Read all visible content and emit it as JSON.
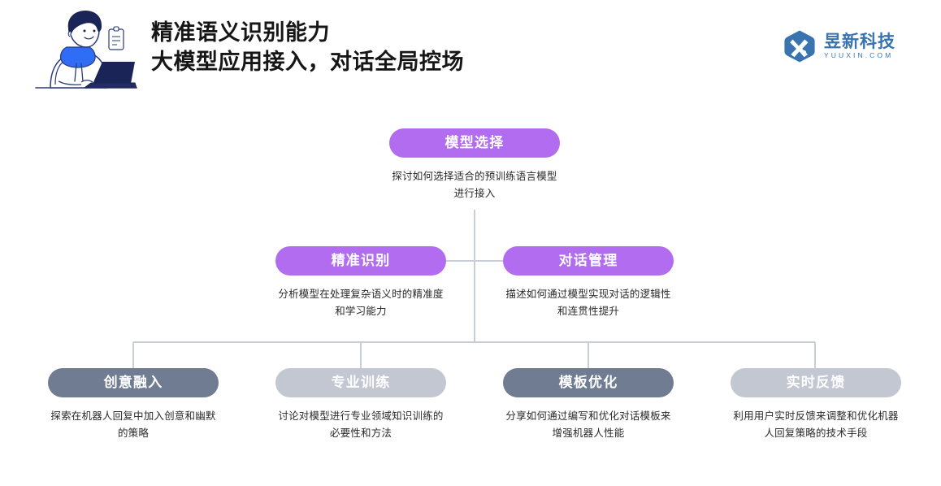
{
  "header": {
    "title_line1": "精准语义识别能力",
    "title_line2": "大模型应用接入，对话全局控场",
    "illustration_name": "person-working-on-laptop-illustration",
    "brand": {
      "name": "昱新科技",
      "domain": "YUUXIN.COM",
      "mark": "hexagon-x-logo",
      "color": "#3973b0"
    }
  },
  "diagram": {
    "type": "hierarchy-tree",
    "colors": {
      "purple": "#b16cf0",
      "slate": "#6f7c92",
      "gray": "#c3c7d1",
      "connector": "#c9cdd4"
    },
    "nodes": [
      {
        "id": "model-selection",
        "level": 1,
        "title": "模型选择",
        "desc": "探讨如何选择适合的预训练语言模型进行接入",
        "color": "#b16cf0"
      },
      {
        "id": "precise-recognition",
        "level": 2,
        "title": "精准识别",
        "desc": "分析模型在处理复杂语义时的精准度和学习能力",
        "color": "#b16cf0"
      },
      {
        "id": "dialog-management",
        "level": 2,
        "title": "对话管理",
        "desc": "描述如何通过模型实现对话的逻辑性和连贯性提升",
        "color": "#b16cf0"
      },
      {
        "id": "creative-fusion",
        "level": 3,
        "title": "创意融入",
        "desc": "探索在机器人回复中加入创意和幽默的策略",
        "color": "#6f7c92"
      },
      {
        "id": "professional-training",
        "level": 3,
        "title": "专业训练",
        "desc": "讨论对模型进行专业领域知识训练的必要性和方法",
        "color": "#c3c7d1"
      },
      {
        "id": "template-optimization",
        "level": 3,
        "title": "模板优化",
        "desc": "分享如何通过编写和优化对话模板来增强机器人性能",
        "color": "#6f7c92"
      },
      {
        "id": "realtime-feedback",
        "level": 3,
        "title": "实时反馈",
        "desc": "利用用户实时反馈来调整和优化机器人回复策略的技术手段",
        "color": "#c3c7d1"
      }
    ]
  }
}
